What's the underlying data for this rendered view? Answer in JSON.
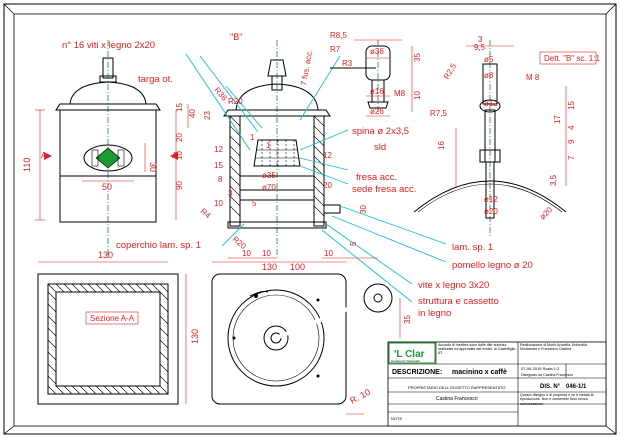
{
  "annotations": {
    "screws_top": "n° 16 viti x legno 2x20",
    "plate_label": "targa ot.",
    "view_b": "\"B\"",
    "r36": "R36",
    "r20_a": "R20",
    "r4": "R4",
    "r20_b": "R20",
    "one_a": "1",
    "one_b": "1",
    "fusto": "7 fus. acc.",
    "r85": "R8,5",
    "r7": "R7",
    "r3": "R3",
    "d36": "ø36",
    "d16": "ø16",
    "m8_a": "M8",
    "d26": "ø26",
    "spina": "spina ø 2x3,5",
    "sld": "sld",
    "fresa": "fresa acc.",
    "sede_fresa": "sede fresa acc.",
    "d35": "ø35",
    "d70": "ø70",
    "coperchio": "coperchio lam. sp. 1",
    "lam_sp1": "lam. sp. 1",
    "pomello": "pomello legno ø 20",
    "viti_legno": "vite x legno 3x20",
    "struttura_1": "struttura e cassetto",
    "struttura_2": "in legno",
    "sezione": "Sezione A-A",
    "r10": "R. 10",
    "dett_b": "Dett. \"B\" sc. 1:1",
    "r25": "R2,5",
    "r75": "R7,5",
    "m8_b": "M 8",
    "d5": "ø5",
    "d8": "ø8",
    "d12_a": "ø12",
    "d12_b": "ø12",
    "d20": "ø20",
    "d20_b": "ø20",
    "section_a": "A"
  },
  "dimensions": {
    "w50": "50",
    "w30": "30",
    "h110": "110",
    "h15a": "15",
    "h20": "20",
    "h10a": "10",
    "h90": "90",
    "h40": "40",
    "h23": "23",
    "h8": "8",
    "h12": "12",
    "h15b": "15",
    "h10b": "10",
    "h5": "5",
    "h3": "3",
    "w12": "12",
    "w20": "20",
    "w30b": "30",
    "w10": "10",
    "w130a": "130",
    "w130b": "130",
    "h130": "130",
    "w100": "100",
    "w10b": "10",
    "w10c": "10",
    "h35a": "35",
    "h10c": "10",
    "w5": "5",
    "h35b": "35",
    "w9_5": "9,5",
    "w3": "3",
    "h15c": "15",
    "h17": "17",
    "h16": "16",
    "h35c": "3,5",
    "h4": "4",
    "h9": "9",
    "h7": "7"
  },
  "title_block": {
    "logo": "'L Clar",
    "logo_sub": "Arredamento \"Clarnaccialli\"",
    "address_col": "Accordo di ineditez sono dalle dite autorizz. realizzate ed approvate dal model. di Castelfiglio, AT",
    "company_col": "Realizzazione di Morfo Aravella, Antonella Montanaro e Francesco Castina",
    "date_scale": "07-06-2019 Scala 1:2",
    "designer": "Disegnato da Castina Francesco",
    "description_label": "DESCRIZIONE:",
    "description": "macinino x caffè",
    "drawing_no_label": "DIS. N°",
    "drawing_no": "046-1/1",
    "ownership": "PROPRIETARIO DELL'OGGETTO RAPPRESENTATO",
    "owner": "Castina Francesco",
    "notes_label": "NOTE",
    "disclaimer": "Questo disegno è di proprietà e ne è vietata la riproduzione. Non è consentito l'uso senza autorizzazione."
  }
}
